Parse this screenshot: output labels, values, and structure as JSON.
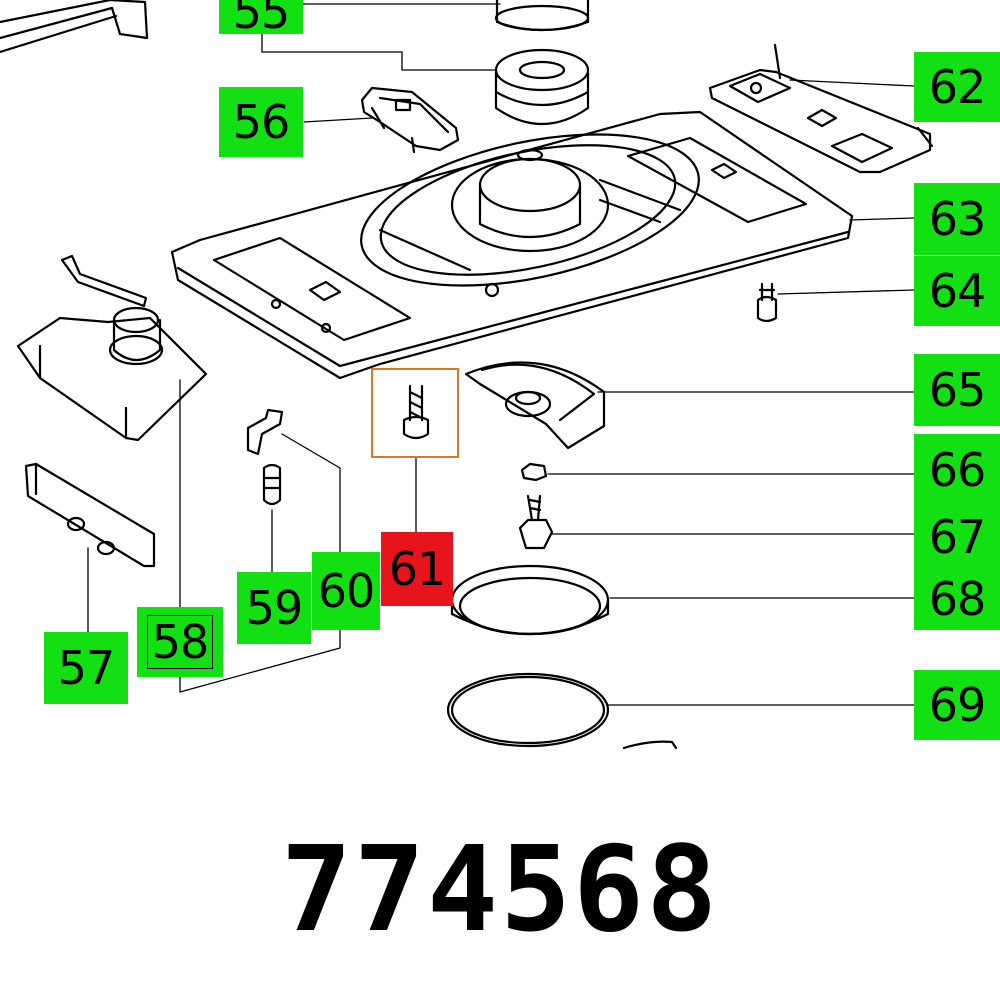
{
  "labels": {
    "l55": "55",
    "l56": "56",
    "l57": "57",
    "l58": "58",
    "l59": "59",
    "l60": "60",
    "l61": "61",
    "l62": "62",
    "l63": "63",
    "l64": "64",
    "l65": "65",
    "l66": "66",
    "l67": "67",
    "l68": "68",
    "l69": "69"
  },
  "highlighted_label": "61",
  "part_number": "774568",
  "colors": {
    "label_green": "#12e012",
    "label_highlight_red": "#e8141b",
    "selection_box": "#d07a2a",
    "line_art": "#000000"
  }
}
